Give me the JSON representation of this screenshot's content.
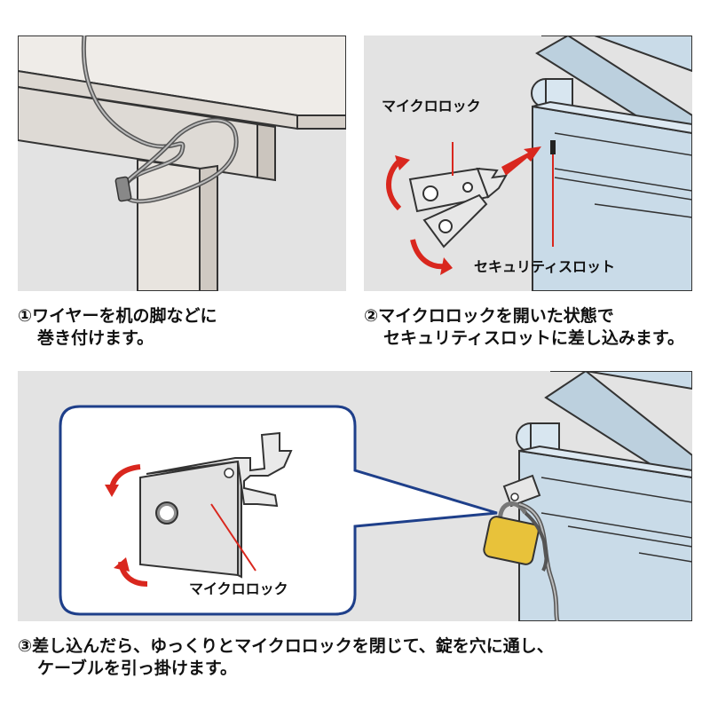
{
  "step1": {
    "num": "①",
    "line1": "ワイヤーを机の脚などに",
    "line2": "巻き付けます。"
  },
  "step2": {
    "num": "②",
    "line1": "マイクロロックを開いた状態で",
    "line2": "セキュリティスロットに差し込みます。",
    "label_lock": "マイクロロック",
    "label_slot": "セキュリティスロット"
  },
  "step3": {
    "num": "③",
    "line1": "差し込んだら、ゆっくりとマイクロロックを閉じて、錠を穴に通し、",
    "line2": "ケーブルを引っ掛けます。",
    "label_lock": "マイクロロック"
  },
  "colors": {
    "panel_bg": "#e3e3e3",
    "desk": "#e6e2dd",
    "laptop": "#c9dbe8",
    "arrow_red": "#d9271e",
    "callout_border": "#1e3f8a",
    "padlock": "#e8c23a"
  }
}
